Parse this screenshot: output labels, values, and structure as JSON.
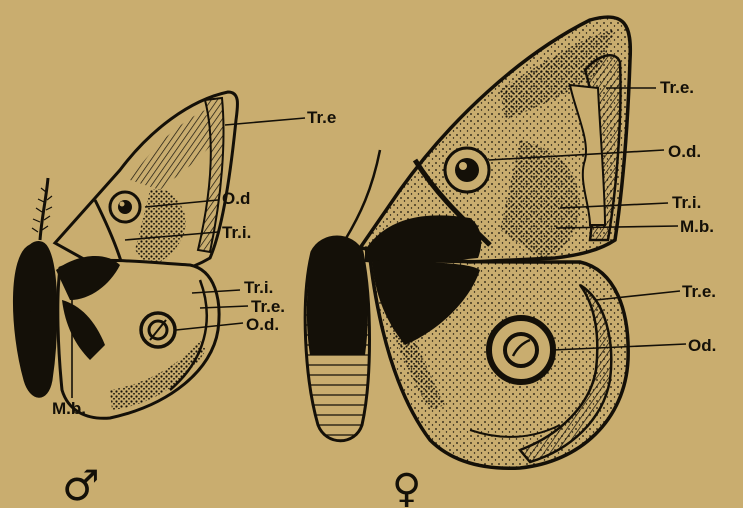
{
  "figure": {
    "background_color": "#c9ad6f",
    "ink_color": "#141008"
  },
  "male": {
    "symbol": "♂",
    "labels": {
      "fore_tr_e": "Tr.e",
      "fore_od": "O.d",
      "fore_tr_i": "Tr.i.",
      "hind_tr_i": "Tr.i.",
      "hind_tr_e": "Tr.e.",
      "hind_od": "O.d.",
      "mb": "M.b."
    }
  },
  "female": {
    "symbol": "♀",
    "labels": {
      "fore_tr_e": "Tr.e.",
      "fore_od": "O.d.",
      "fore_tr_i": "Tr.i.",
      "mb": "M.b.",
      "hind_tr_e": "Tr.e.",
      "hind_od": "Od."
    }
  }
}
